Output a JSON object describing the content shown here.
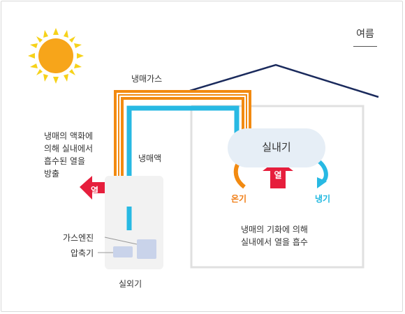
{
  "season": "여름",
  "labels": {
    "refrigerant_gas": "냉매가스",
    "refrigerant_liquid": "냉매액",
    "indoor_unit": "실내기",
    "outdoor_unit": "실외기",
    "gas_engine": "가스엔진",
    "compressor": "압축기",
    "heat_out": "열",
    "heat_in": "열",
    "warm_air": "온기",
    "cool_air": "냉기"
  },
  "descriptions": {
    "left": [
      "냉매의 액화에",
      "의해 실내에서",
      "흡수된 열을",
      "방출"
    ],
    "right": [
      "냉매의 기화에 의해",
      "실내에서 열을 흡수"
    ]
  },
  "colors": {
    "gas_pipe": "#f28a11",
    "liquid_pipe": "#28b9e3",
    "heat_arrow": "#e61e3c",
    "sun": "#f7a51a",
    "sun_rays": "#f6d21a",
    "house_line": "#1a2a5c",
    "house_wall": "#e0e0e0"
  },
  "icons": [
    "sun-icon",
    "house-roof",
    "heat-arrow-left-icon",
    "heat-arrow-up-icon",
    "warm-curve-arrow-icon",
    "cool-curve-arrow-icon"
  ]
}
